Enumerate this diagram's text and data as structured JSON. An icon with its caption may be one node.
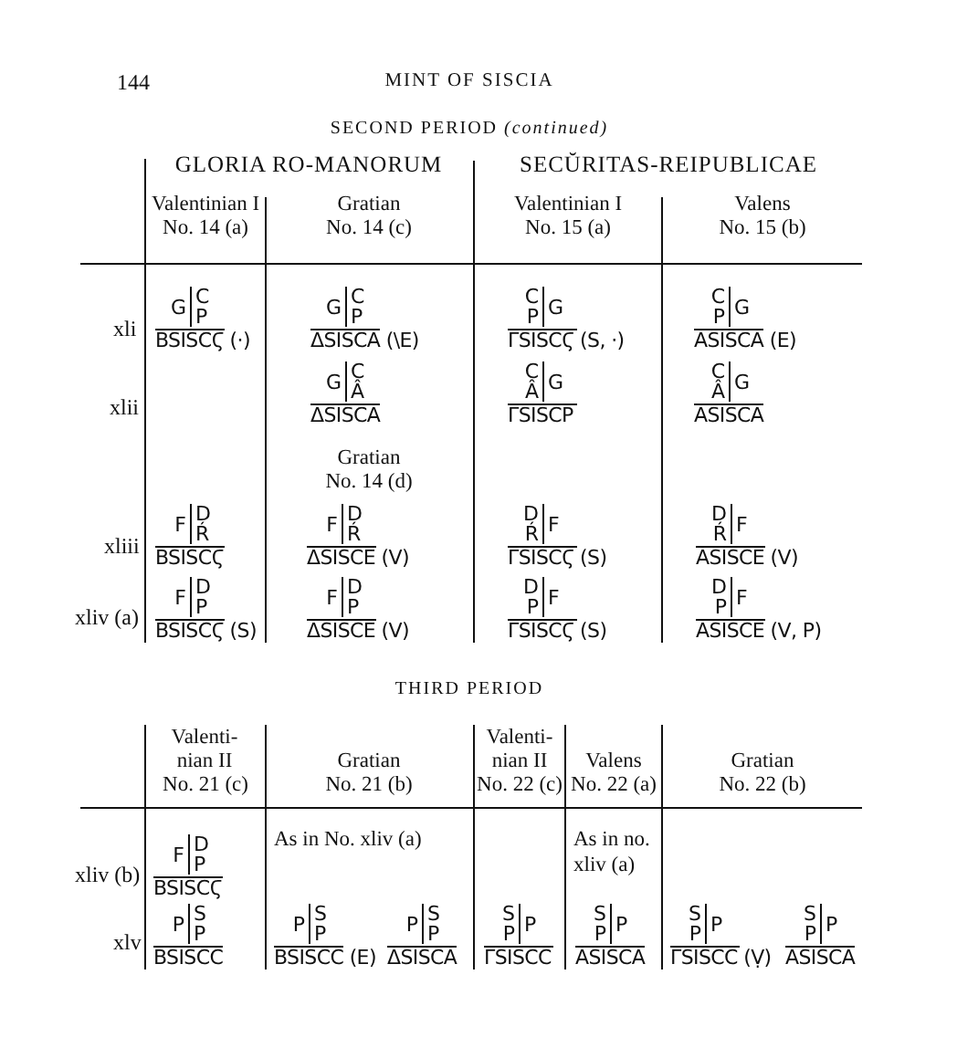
{
  "diagram": {
    "title": "MINT OF SISCIA",
    "labels": [
      "144",
      "SECOND PERIOD *(continued)*",
      "GLORIA RO-MANORUM",
      "SECŬRITAS-REIPUBLICAE",
      "Valentinian I",
      "No. 14 (a)",
      "Gratian",
      "No. 14 (c)",
      "Valentinian I",
      "No. 15 (a)",
      "Valens",
      "No. 15 (b)",
      "xli",
      "G",
      "C",
      "P",
      "BSISCϚ (·)",
      "G",
      "C",
      "P",
      "ΔSISCA (\\E)",
      "C",
      "P",
      "G",
      "ΓSISCϚ (S, ·)",
      "C",
      "P",
      "G",
      "ASISCA (E)",
      "xlii",
      "G",
      "C",
      "Â",
      "ΔSISCA",
      "C",
      "Â",
      "G",
      "ΓSISCP",
      "C",
      "Â",
      "G",
      "ASISCA",
      "Gratian",
      "No. 14 (d)",
      "xliii",
      "F",
      "D",
      "Ŕ",
      "BSISCϚ",
      "F",
      "D",
      "Ŕ",
      "ΔSISCE (V)",
      "D",
      "Ŕ",
      "F",
      "ΓSISCϚ (S)",
      "D",
      "Ŕ",
      "F",
      "ASISCE (V)",
      "xliv (a)",
      "F",
      "D",
      "P",
      "BSISCϚ (S)",
      "F",
      "D",
      "P",
      "ΔSISCE (V)",
      "D",
      "P",
      "F",
      "ΓSISCϚ (S)",
      "D",
      "P",
      "F",
      "ASISCE (V, P)",
      "THIRD PERIOD",
      "Valenti-nian II",
      "No. 21 (c)",
      "Gratian",
      "No. 21 (b)",
      "Valenti-nian II",
      "No. 22 (c)",
      "Valens",
      "No. 22 (a)",
      "Gratian",
      "No. 22 (b)",
      "xliv (b)",
      "F",
      "D",
      "P",
      "BSISCϚ",
      "As in No. xliv (a)",
      "As in no. xliv (a)",
      "xlv",
      "P",
      "S",
      "P",
      "BSISCC",
      "P",
      "S",
      "P",
      "BSISCC (E)",
      "P",
      "S",
      "P",
      "ΔSISCA",
      "S",
      "P",
      "P",
      "ΓSISCC",
      "S",
      "P",
      "P",
      "ASISCA",
      "S",
      "P",
      "P",
      "ΓSISCC (Ṿ)",
      "S",
      "P",
      "P",
      "ASISCA"
    ]
  }
}
